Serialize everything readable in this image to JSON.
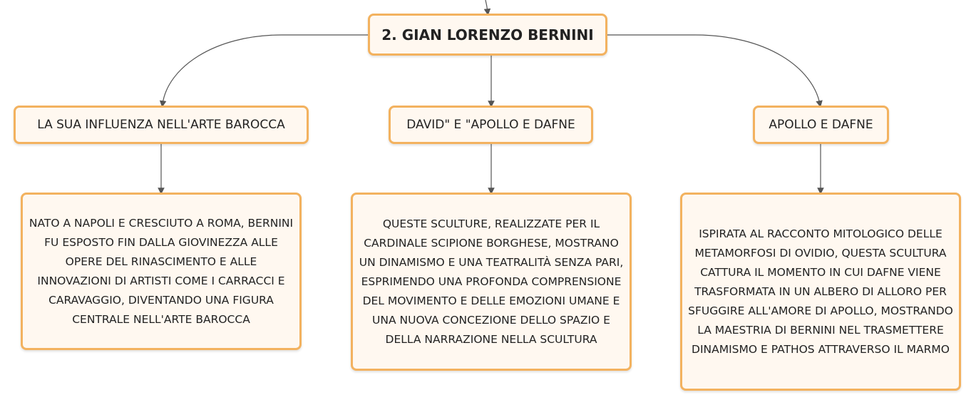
{
  "diagram": {
    "root": {
      "label": "2. GIAN LORENZO BERNINI"
    },
    "branches": [
      {
        "topic": "LA SUA INFLUENZA NELL'ARTE BAROCCA",
        "detail": "NATO A NAPOLI E CRESCIUTO A ROMA, BERNINI FU ESPOSTO FIN DALLA GIOVINEZZA ALLE OPERE DEL RINASCIMENTO E ALLE INNOVAZIONI DI ARTISTI COME I CARRACCI E CARAVAGGIO, DIVENTANDO UNA FIGURA CENTRALE NELL'ARTE BAROCCA"
      },
      {
        "topic": "DAVID\" E \"APOLLO E DAFNE",
        "detail": "QUESTE SCULTURE, REALIZZATE PER IL CARDINALE SCIPIONE BORGHESE, MOSTRANO UN DINAMISMO E UNA TEATRALITÀ SENZA PARI, ESPRIMENDO UNA PROFONDA COMPRENSIONE DEL MOVIMENTO E DELLE EMOZIONI UMANE E UNA NUOVA CONCEZIONE DELLO SPAZIO E DELLA NARRAZIONE NELLA SCULTURA"
      },
      {
        "topic": "APOLLO E DAFNE",
        "detail": "ISPIRATA AL RACCONTO MITOLOGICO DELLE METAMORFOSI DI OVIDIO, QUESTA SCULTURA CATTURA IL MOMENTO IN CUI DAFNE VIENE TRASFORMATA IN UN ALBERO DI ALLORO PER SFUGGIRE ALL'AMORE DI APOLLO, MOSTRANDO LA MAESTRIA DI BERNINI NEL TRASMETTERE DINAMISMO E PATHOS ATTRAVERSO IL MARMO"
      }
    ]
  },
  "colors": {
    "node_border": "#f3b25f",
    "node_fill": "#fff8f0",
    "connector": "#555555",
    "text": "#222222"
  }
}
